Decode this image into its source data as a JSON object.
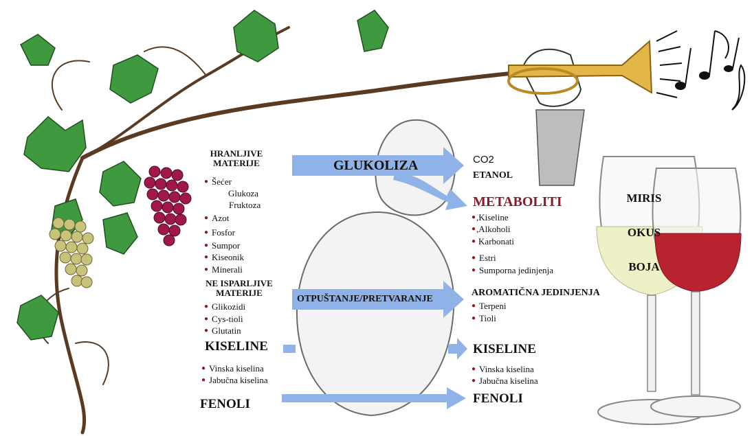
{
  "inputs": {
    "hranljive_title_1": "HRANLJIVE",
    "hranljive_title_2": "MATERIJE",
    "hranljive_items": [
      "Šećer",
      "Glukoza",
      "Fruktoza",
      "Azot",
      "Fosfor",
      "Sumpor",
      "Kiseonik",
      "Minerali"
    ],
    "ne_isparljive_title_1": "NE ISPARLJIVE",
    "ne_isparljive_title_2": "MATERIJE",
    "ne_isparljive_items": [
      "Glikozidi",
      "Cys-tioli",
      "Glutatin"
    ],
    "kiseline_title": "KISELINE",
    "kiseline_items": [
      "Vinska kiselina",
      "Jabučna kiselina"
    ],
    "fenoli_title": "FENOLI"
  },
  "processes": {
    "glukoliza": "GLUKOLIZA",
    "otpustanje": "OTPUŠTANJE/PRETVARANJE"
  },
  "outputs": {
    "co2": "CO2",
    "etanol": "ETANOL",
    "metaboliti_title": "METABOLITI",
    "metaboliti_items": [
      ",Kiseline",
      ",Alkoholi",
      "Karbonati",
      "Estri",
      "Sumporna jedinjenja"
    ],
    "aromaticna_title": "AROMATIČNA JEDINJENJA",
    "aromaticna_items": [
      "Terpeni",
      "Tioli"
    ],
    "kiseline_title": "KISELINE",
    "kiseline_items": [
      "Vinska kiselina",
      "Jabučna kiselina"
    ],
    "fenoli_title": "FENOLI"
  },
  "wine": {
    "miris": "MIRIS",
    "okus": "OKUS",
    "boja": "BOJA"
  },
  "colors": {
    "arrow": "#8fb3e8",
    "metaboliti": "#8b1a2b",
    "white_wine": "#eef0c8",
    "red_wine": "#b8232f",
    "leaf": "#3f9a3f",
    "red_grape": "#a0184a",
    "green_grape": "#c9c27a"
  }
}
